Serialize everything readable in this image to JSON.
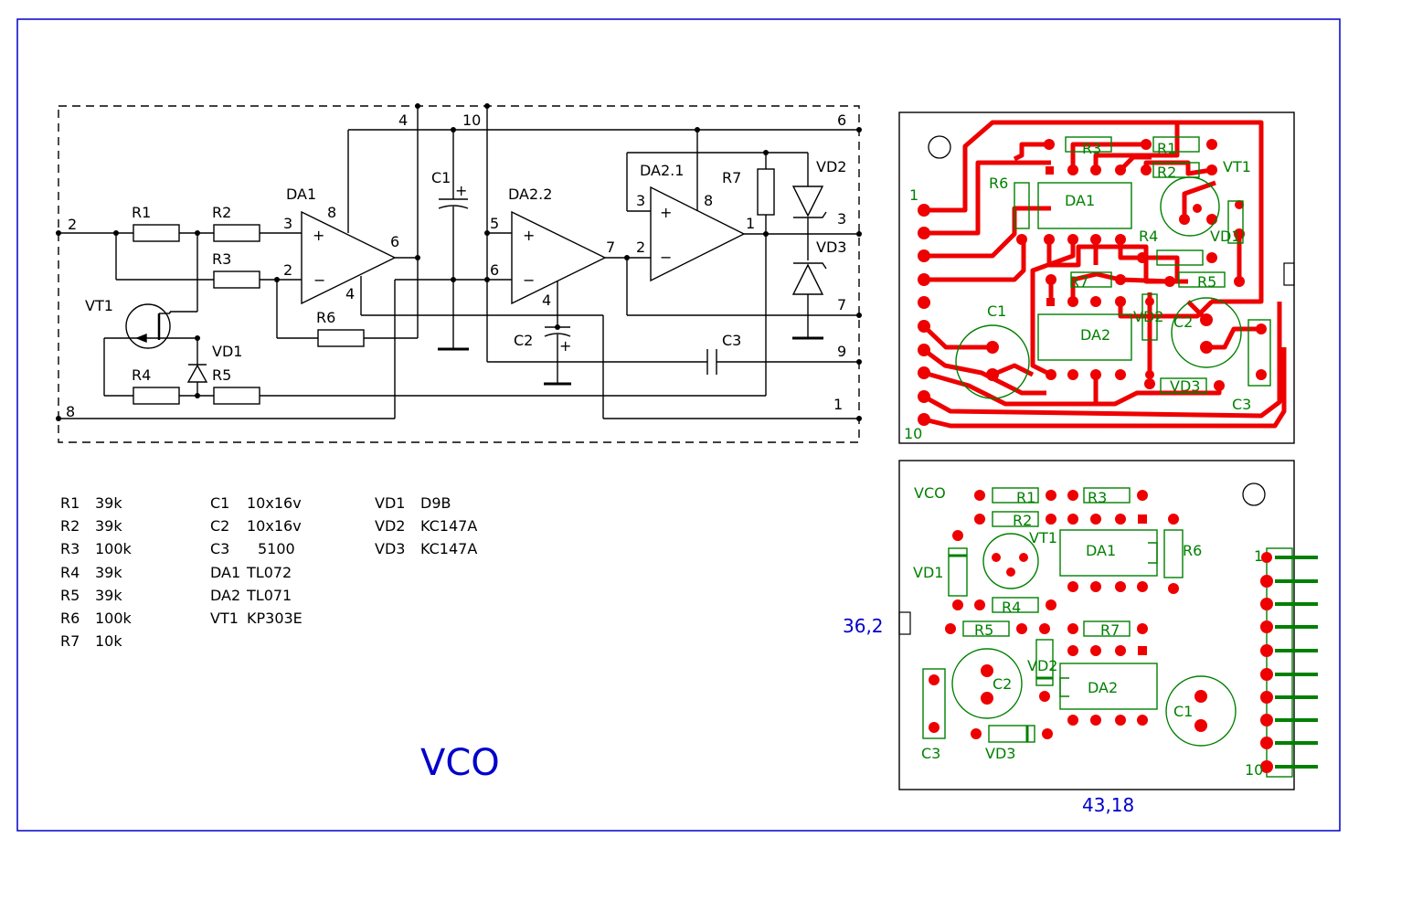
{
  "title": "VCO",
  "schematic": {
    "pins": {
      "p2": "2",
      "p8": "8",
      "p4": "4",
      "p10": "10",
      "p6": "6",
      "p3": "3",
      "p7": "7",
      "p9": "9",
      "p1": "1"
    },
    "components": {
      "R1": "R1",
      "R2": "R2",
      "R3": "R3",
      "R4": "R4",
      "R5": "R5",
      "R6": "R6",
      "R7": "R7",
      "C1": "C1",
      "C2": "C2",
      "C3": "C3",
      "DA1": "DA1",
      "DA21": "DA2.1",
      "DA22": "DA2.2",
      "VT1": "VT1",
      "VD1": "VD1",
      "VD2": "VD2",
      "VD3": "VD3"
    },
    "opamp_pins": {
      "da1_in_plus": "3",
      "da1_in_minus": "2",
      "da1_out": "6",
      "da1_vplus": "8",
      "da1_vminus": "4",
      "da22_in_plus": "5",
      "da22_in_minus": "6",
      "da22_out": "7",
      "da22_v": "4",
      "da21_in_plus": "3",
      "da21_in_minus": "2",
      "da21_out": "1",
      "da21_v": "8"
    }
  },
  "bom": {
    "resistors": [
      {
        "ref": "R1",
        "value": "39k"
      },
      {
        "ref": "R2",
        "value": "39k"
      },
      {
        "ref": "R3",
        "value": "100k"
      },
      {
        "ref": "R4",
        "value": "39k"
      },
      {
        "ref": "R5",
        "value": "39k"
      },
      {
        "ref": "R6",
        "value": "100k"
      },
      {
        "ref": "R7",
        "value": "10k"
      }
    ],
    "others": [
      {
        "ref": "C1",
        "value": "10x16v"
      },
      {
        "ref": "C2",
        "value": "10x16v"
      },
      {
        "ref": "C3",
        "value": "5100"
      },
      {
        "ref": "DA1",
        "value": "TL072"
      },
      {
        "ref": "DA2",
        "value": "TL071"
      },
      {
        "ref": "VT1",
        "value": "KP303E"
      }
    ],
    "diodes": [
      {
        "ref": "VD1",
        "value": "D9B"
      },
      {
        "ref": "VD2",
        "value": "KC147A"
      },
      {
        "ref": "VD3",
        "value": "KC147A"
      }
    ]
  },
  "pcb": {
    "copper_labels": {
      "R1": "R1",
      "R2": "R2",
      "R3": "R3",
      "R4": "R4",
      "R5": "R5",
      "R6": "R6",
      "R7": "R7",
      "C1": "C1",
      "C2": "C2",
      "C3": "C3",
      "DA1": "DA1",
      "DA2": "DA2",
      "VT1": "VT1",
      "VD1": "VD1",
      "VD2": "VD2",
      "VD3": "VD3",
      "pin1": "1",
      "pin10": "10"
    },
    "silk_labels": {
      "title": "VCO",
      "R1": "R1",
      "R2": "R2",
      "R3": "R3",
      "R4": "R4",
      "R5": "R5",
      "R6": "R6",
      "R7": "R7",
      "C1": "C1",
      "C2": "C2",
      "C3": "C3",
      "DA1": "DA1",
      "DA2": "DA2",
      "VT1": "VT1",
      "VD1": "VD1",
      "VD2": "VD2",
      "VD3": "VD3",
      "pin1": "1",
      "pin10": "10"
    },
    "dimensions": {
      "height": "36,2",
      "width": "43,18"
    }
  },
  "colors": {
    "frame": "#0000cc",
    "copper": "#ee0000",
    "silk": "#008000",
    "ink": "#000000",
    "dimension": "#0000cc"
  }
}
